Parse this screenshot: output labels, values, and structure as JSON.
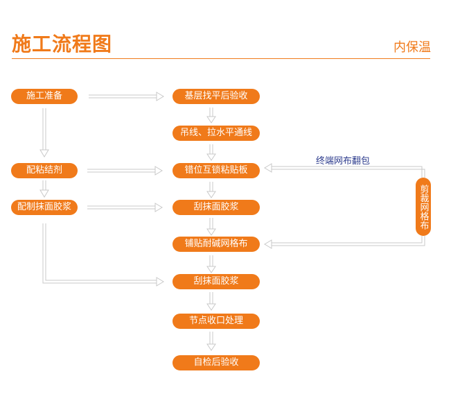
{
  "header": {
    "title": "施工流程图",
    "subtitle": "内保温"
  },
  "left_steps": [
    "施工准备",
    "配粘结剂",
    "配制抹面胶浆"
  ],
  "main_steps": [
    "基层找平后验收",
    "吊线、拉水平通线",
    "错位互锁粘贴板",
    "刮抹面胶浆",
    "铺贴耐碱网格布",
    "刮抹面胶浆",
    "节点收口处理",
    "自检后验收"
  ],
  "side": {
    "label": "终端网布翻包",
    "cut_step": "剪裁网格布"
  },
  "colors": {
    "accent": "#f07a1a",
    "label_blue": "#2b3a8c",
    "arrow": "#c8c8c8"
  }
}
